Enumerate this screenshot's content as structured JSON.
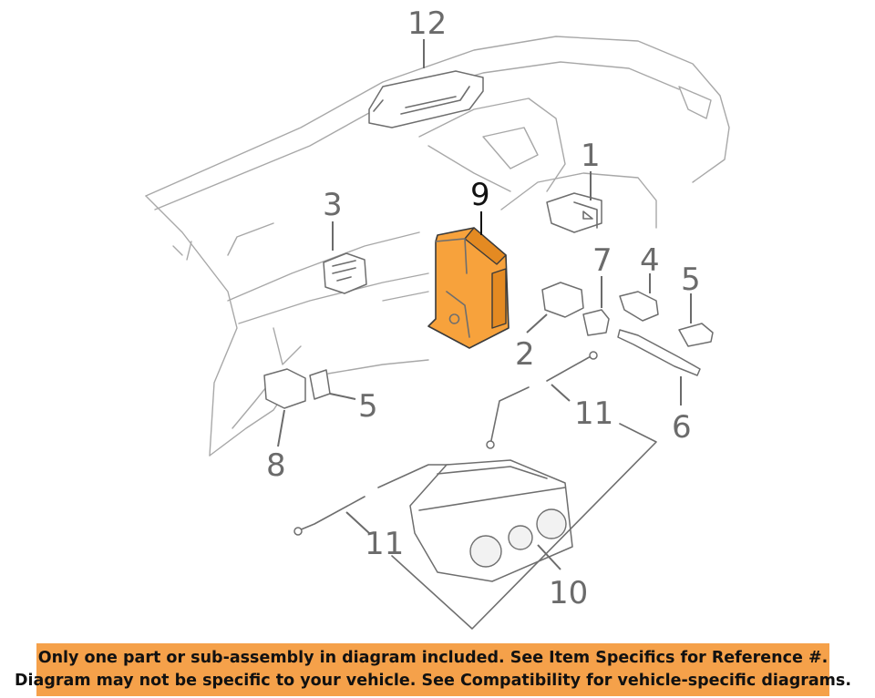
{
  "callouts": [
    {
      "id": "1",
      "label": "1"
    },
    {
      "id": "2",
      "label": "2"
    },
    {
      "id": "3",
      "label": "3"
    },
    {
      "id": "4",
      "label": "4"
    },
    {
      "id": "5a",
      "label": "5"
    },
    {
      "id": "5b",
      "label": "5"
    },
    {
      "id": "6",
      "label": "6"
    },
    {
      "id": "7",
      "label": "7"
    },
    {
      "id": "8",
      "label": "8"
    },
    {
      "id": "9",
      "label": "9"
    },
    {
      "id": "10",
      "label": "10"
    },
    {
      "id": "11a",
      "label": "11"
    },
    {
      "id": "11b",
      "label": "11"
    },
    {
      "id": "12",
      "label": "12"
    }
  ],
  "highlighted_part": "9",
  "colors": {
    "highlight": "#f7a23c",
    "banner": "#f5a14a",
    "line": "#a8a8a8"
  },
  "disclaimer": {
    "line1": "Only one part or sub-assembly in diagram included. See Item Specifics for Reference #.",
    "line2": "Diagram may not be specific to your vehicle. See Compatibility for vehicle-specific diagrams."
  }
}
